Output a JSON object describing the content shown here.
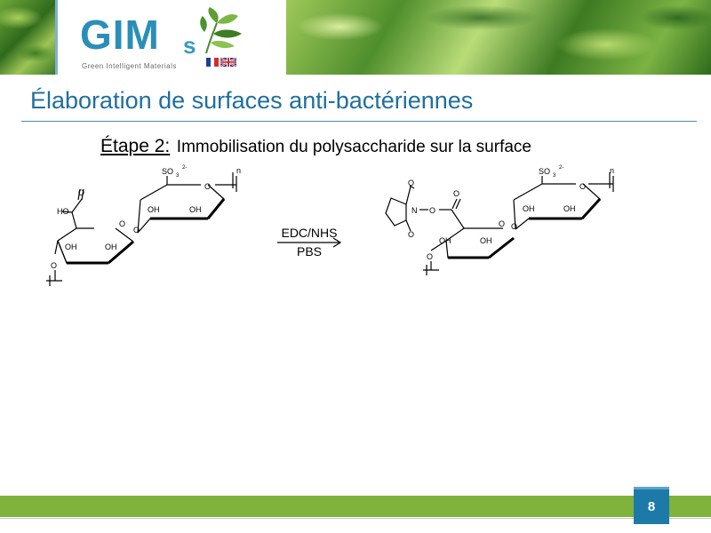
{
  "header": {
    "logo_main": "GIM",
    "logo_s": "s",
    "logo_subtitle": "Green Intelligent Materials"
  },
  "slide": {
    "title": "Élaboration de surfaces anti-bactériennes",
    "step_label": "Étape 2:",
    "step_text": "Immobilisation du polysaccharide sur la surface"
  },
  "scheme": {
    "reagent_top": "EDC/NHS",
    "reagent_bottom": "PBS",
    "ho_label": "HO",
    "o_label": "O",
    "oh_label": "OH",
    "so3_label": "SO",
    "so3_sub": "3",
    "so3_charge": "2-",
    "n_label": "n",
    "n_atom": "N"
  },
  "footer": {
    "page_number": "8"
  },
  "colors": {
    "title_blue": "#1f6f9e",
    "footer_green": "#7fb33c",
    "page_box_blue": "#1d7aa8"
  }
}
